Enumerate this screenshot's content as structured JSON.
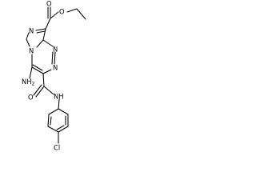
{
  "molecule": {
    "labels": {
      "ester_carbonyl_o": "O",
      "ester_ether_o": "O",
      "imidazole_n": "N",
      "bridgehead_n": "N",
      "triazine_n1": "N",
      "triazine_n2": "N",
      "amino_group": "NH",
      "amino_h2": "2",
      "amide_o": "O",
      "amide_nh": "NH",
      "chlorine": "Cl"
    },
    "colors": {
      "bond": "#000000",
      "text": "#000000",
      "background": "#ffffff"
    }
  }
}
